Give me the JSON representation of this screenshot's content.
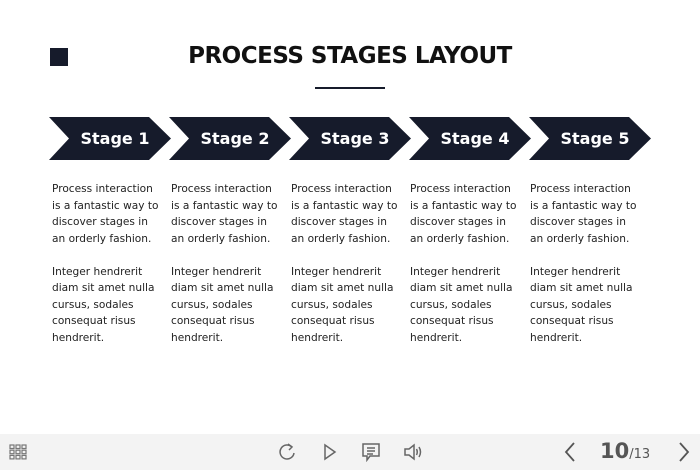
{
  "title": "PROCESS STAGES LAYOUT",
  "stages": [
    {
      "label": "Stage 1",
      "p1": "Process interaction is a fantastic way to discover stages in an orderly fashion.",
      "p2": "Integer hendrerit diam sit amet nulla cursus, sodales consequat risus hendrerit."
    },
    {
      "label": "Stage 2",
      "p1": "Process interaction is a fantastic way to discover stages in an orderly fashion.",
      "p2": "Integer hendrerit diam sit amet nulla cursus, sodales consequat risus hendrerit."
    },
    {
      "label": "Stage 3",
      "p1": "Process interaction is a fantastic way to discover stages in an orderly fashion.",
      "p2": "Integer hendrerit diam sit amet nulla cursus, sodales consequat risus hendrerit."
    },
    {
      "label": "Stage 4",
      "p1": "Process interaction is a fantastic way to discover stages in an orderly fashion.",
      "p2": "Integer hendrerit diam sit amet nulla cursus, sodales consequat risus hendrerit."
    },
    {
      "label": "Stage 5",
      "p1": "Process interaction is a fantastic way to discover stages in an orderly fashion.",
      "p2": "Integer hendrerit diam sit amet nulla cursus, sodales consequat risus hendrerit."
    }
  ],
  "player": {
    "current": "10",
    "total": "/13"
  },
  "colors": {
    "accent": "#161b2b",
    "bar": "#f3f3f3"
  }
}
